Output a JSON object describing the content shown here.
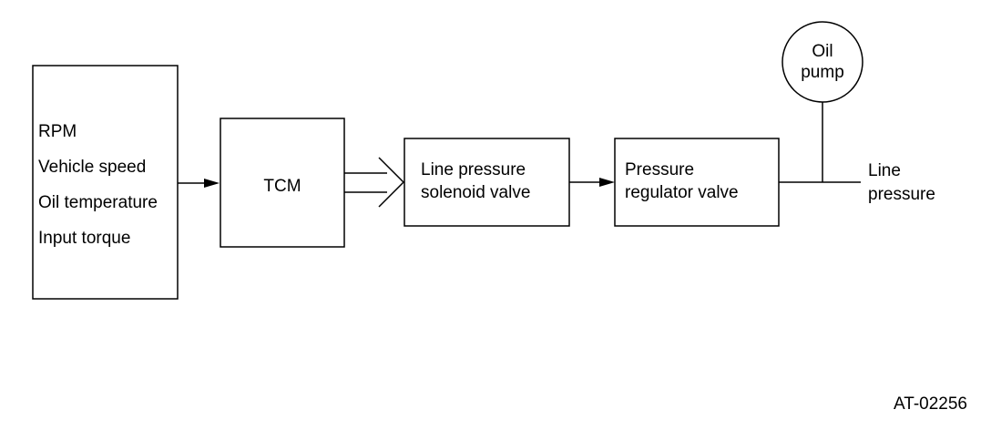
{
  "inputs": {
    "items": [
      "RPM",
      "Vehicle speed",
      "Oil temperature",
      "Input torque"
    ]
  },
  "tcm": {
    "label": "TCM"
  },
  "solenoid": {
    "line1": "Line pressure",
    "line2": "solenoid valve"
  },
  "regulator": {
    "line1": "Pressure",
    "line2": "regulator valve"
  },
  "pump": {
    "line1": "Oil",
    "line2": "pump"
  },
  "output": {
    "line1": "Line",
    "line2": "pressure"
  },
  "figure_code": "AT-02256"
}
